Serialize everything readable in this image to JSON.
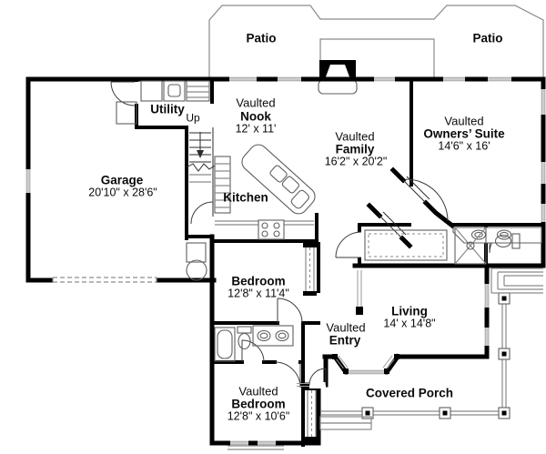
{
  "colors": {
    "wall": "#000000",
    "thin_line": "#8a8a8a",
    "background": "#ffffff",
    "text": "#0a0a0a"
  },
  "rooms": {
    "patio_left": {
      "name": "Patio"
    },
    "patio_right": {
      "name": "Patio"
    },
    "utility": {
      "name": "Utility"
    },
    "stairs": {
      "direction_label": "Up"
    },
    "nook": {
      "prefix": "Vaulted",
      "name": "Nook",
      "dims": "12' x 11'"
    },
    "family": {
      "prefix": "Vaulted",
      "name": "Family",
      "dims": "16'2\" x 20'2\""
    },
    "owners_suite": {
      "prefix": "Vaulted",
      "name": "Owners’ Suite",
      "dims": "14'6\" x 16'"
    },
    "garage": {
      "name": "Garage",
      "dims": "20'10\" x 28'6\""
    },
    "kitchen": {
      "name": "Kitchen"
    },
    "bedroom_front": {
      "name": "Bedroom",
      "dims": "12'8\" x 11'4\""
    },
    "entry": {
      "prefix": "Vaulted",
      "name": "Entry"
    },
    "living": {
      "name": "Living",
      "dims": "14' x 14'8\""
    },
    "bedroom_rear": {
      "prefix": "Vaulted",
      "name": "Bedroom",
      "dims": "12'8\" x 10'6\""
    },
    "covered_porch": {
      "name": "Covered Porch"
    }
  }
}
